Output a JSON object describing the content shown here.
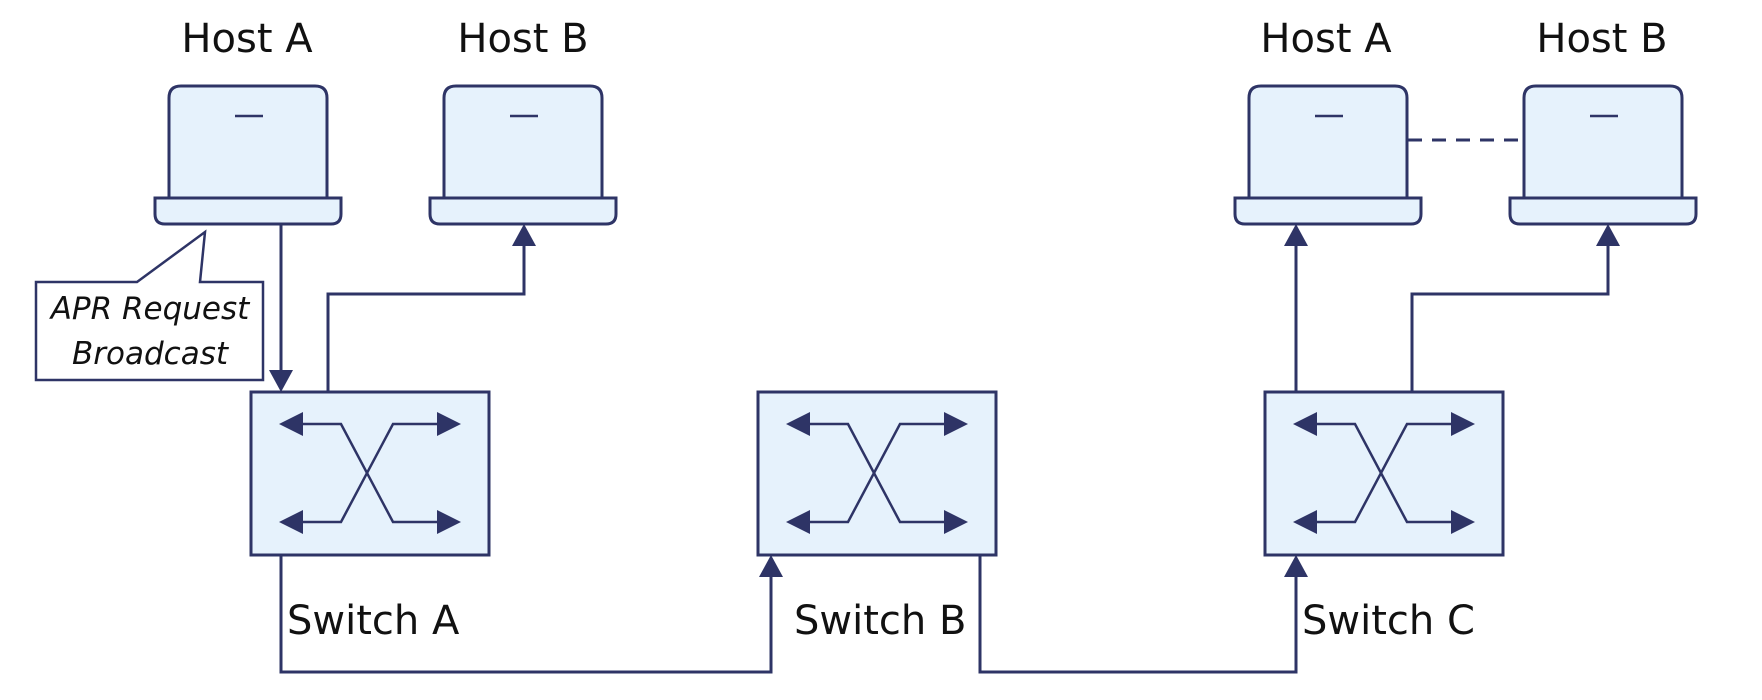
{
  "left_group": {
    "host_a_label": "Host A",
    "host_b_label": "Host B"
  },
  "right_group": {
    "host_a_label": "Host A",
    "host_b_label": "Host B"
  },
  "switches": {
    "a_label": "Switch A",
    "b_label": "Switch B",
    "c_label": "Switch C"
  },
  "callout": {
    "line1": "APR Request",
    "line2": "Broadcast"
  },
  "colors": {
    "stroke": "#2e3466",
    "fill": "#e6f2fc",
    "text": "#111111"
  }
}
